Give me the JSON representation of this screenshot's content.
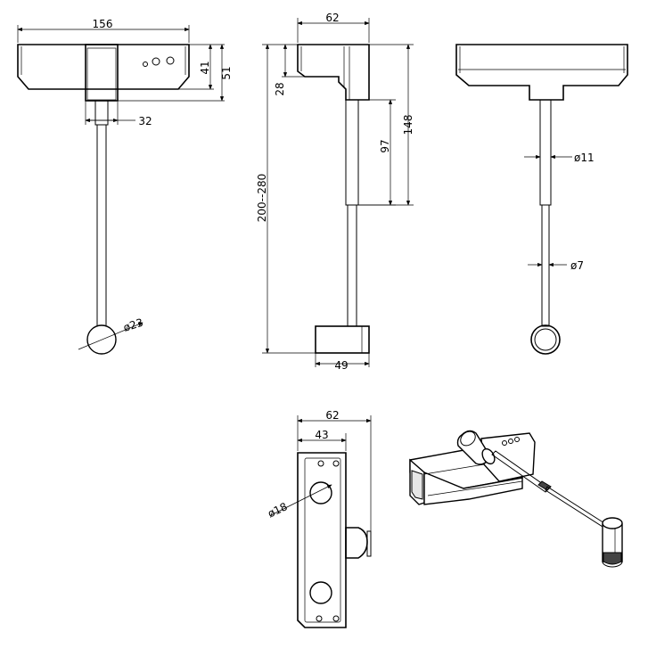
{
  "dimensions": {
    "front_width": "156",
    "front_block_width": "32",
    "front_height_inner": "41",
    "front_height_outer": "51",
    "front_knob_dia": "ø23",
    "side_width": "62",
    "side_cap": "28",
    "side_tube": "97",
    "side_total": "148",
    "side_range": "200--280",
    "side_foot": "49",
    "rear_tube_dia": "ø11",
    "rear_rod_dia": "ø7",
    "top_width_outer": "62",
    "top_width_inner": "43",
    "top_hole_dia": "ø18"
  }
}
